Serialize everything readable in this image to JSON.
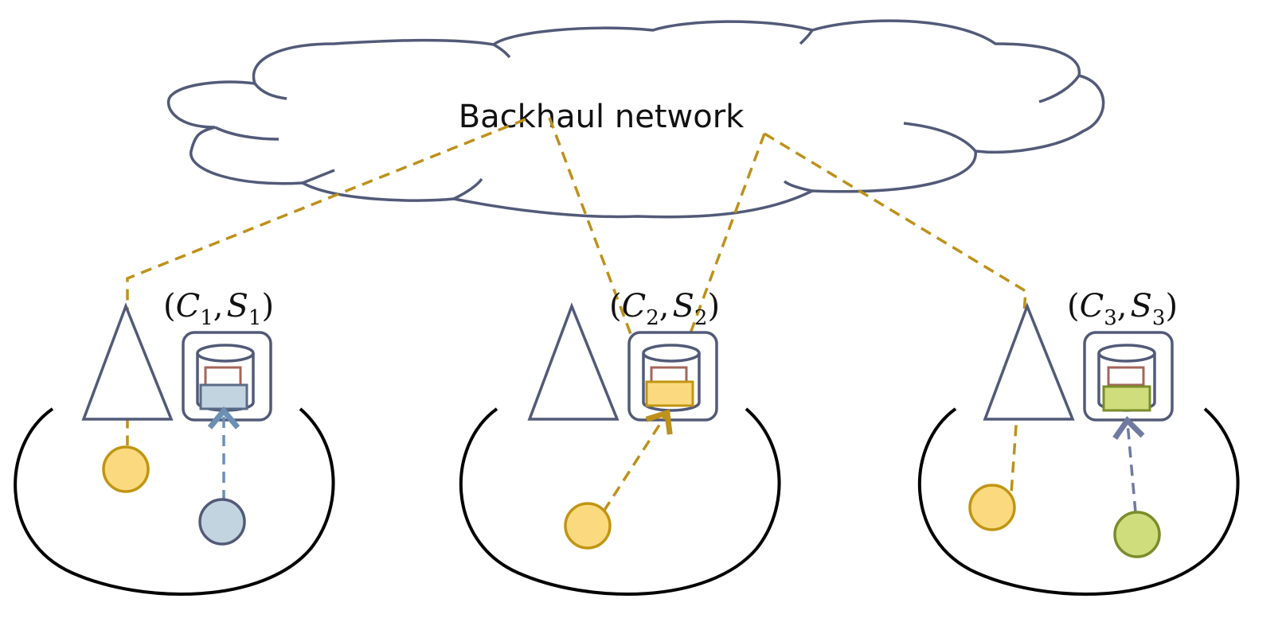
{
  "cloud_label": "Backhaul network",
  "cells": [
    {
      "label_open": "(",
      "c_var": "C",
      "c_sub": "1",
      "comma": ",",
      "s_var": "S",
      "s_sub": "1",
      "label_close": ")",
      "cache_color": "#c2d4e0",
      "cache_border": "#5a6b87",
      "user_color": "#c2d4e0",
      "user_border": "#5a6b87"
    },
    {
      "label_open": "(",
      "c_var": "C",
      "c_sub": "2",
      "comma": ",",
      "s_var": "S",
      "s_sub": "2",
      "label_close": ")",
      "cache_color": "#fbda7f",
      "cache_border": "#c19512",
      "user_color": "#fbda7f",
      "user_border": "#c19512"
    },
    {
      "label_open": "(",
      "c_var": "C",
      "c_sub": "3",
      "comma": ",",
      "s_var": "S",
      "s_sub": "3",
      "label_close": ")",
      "cache_color": "#cfdd7c",
      "cache_border": "#7a8d2a",
      "user_color": "#cfdd7c",
      "user_border": "#7a8d2a"
    }
  ],
  "colors": {
    "outline": "#525a78",
    "cell_boundary": "#000000",
    "backhaul_link": "#bd911a",
    "local_link": "#6c8fb4",
    "stored_file": "#a4665a",
    "yellow_user": "#fbda7f",
    "yellow_user_border": "#c19512"
  }
}
